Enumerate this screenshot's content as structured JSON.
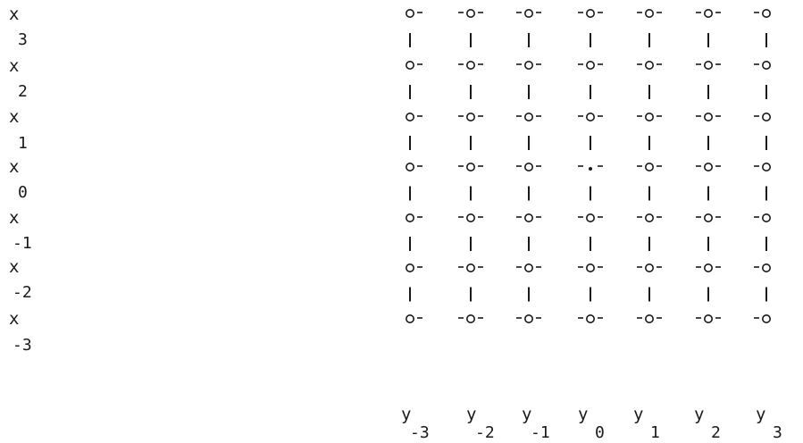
{
  "diagram": {
    "row_labels": [
      {
        "main": "x",
        "sub": "3"
      },
      {
        "main": "x",
        "sub": "2"
      },
      {
        "main": "x",
        "sub": "1"
      },
      {
        "main": "x",
        "sub": "0"
      },
      {
        "main": "x",
        "sub": "-1"
      },
      {
        "main": "x",
        "sub": "-2"
      },
      {
        "main": "x",
        "sub": "-3"
      }
    ],
    "column_labels": [
      {
        "main": "y",
        "sub": "-3"
      },
      {
        "main": "y",
        "sub": "-2"
      },
      {
        "main": "y",
        "sub": "-1"
      },
      {
        "main": "y",
        "sub": "0"
      },
      {
        "main": "y",
        "sub": "1"
      },
      {
        "main": "y",
        "sub": "2"
      },
      {
        "main": "y",
        "sub": "3"
      }
    ],
    "grid": {
      "rows": 7,
      "cols": 7,
      "node_symbol": "o",
      "center_node_symbol": "."
    }
  }
}
